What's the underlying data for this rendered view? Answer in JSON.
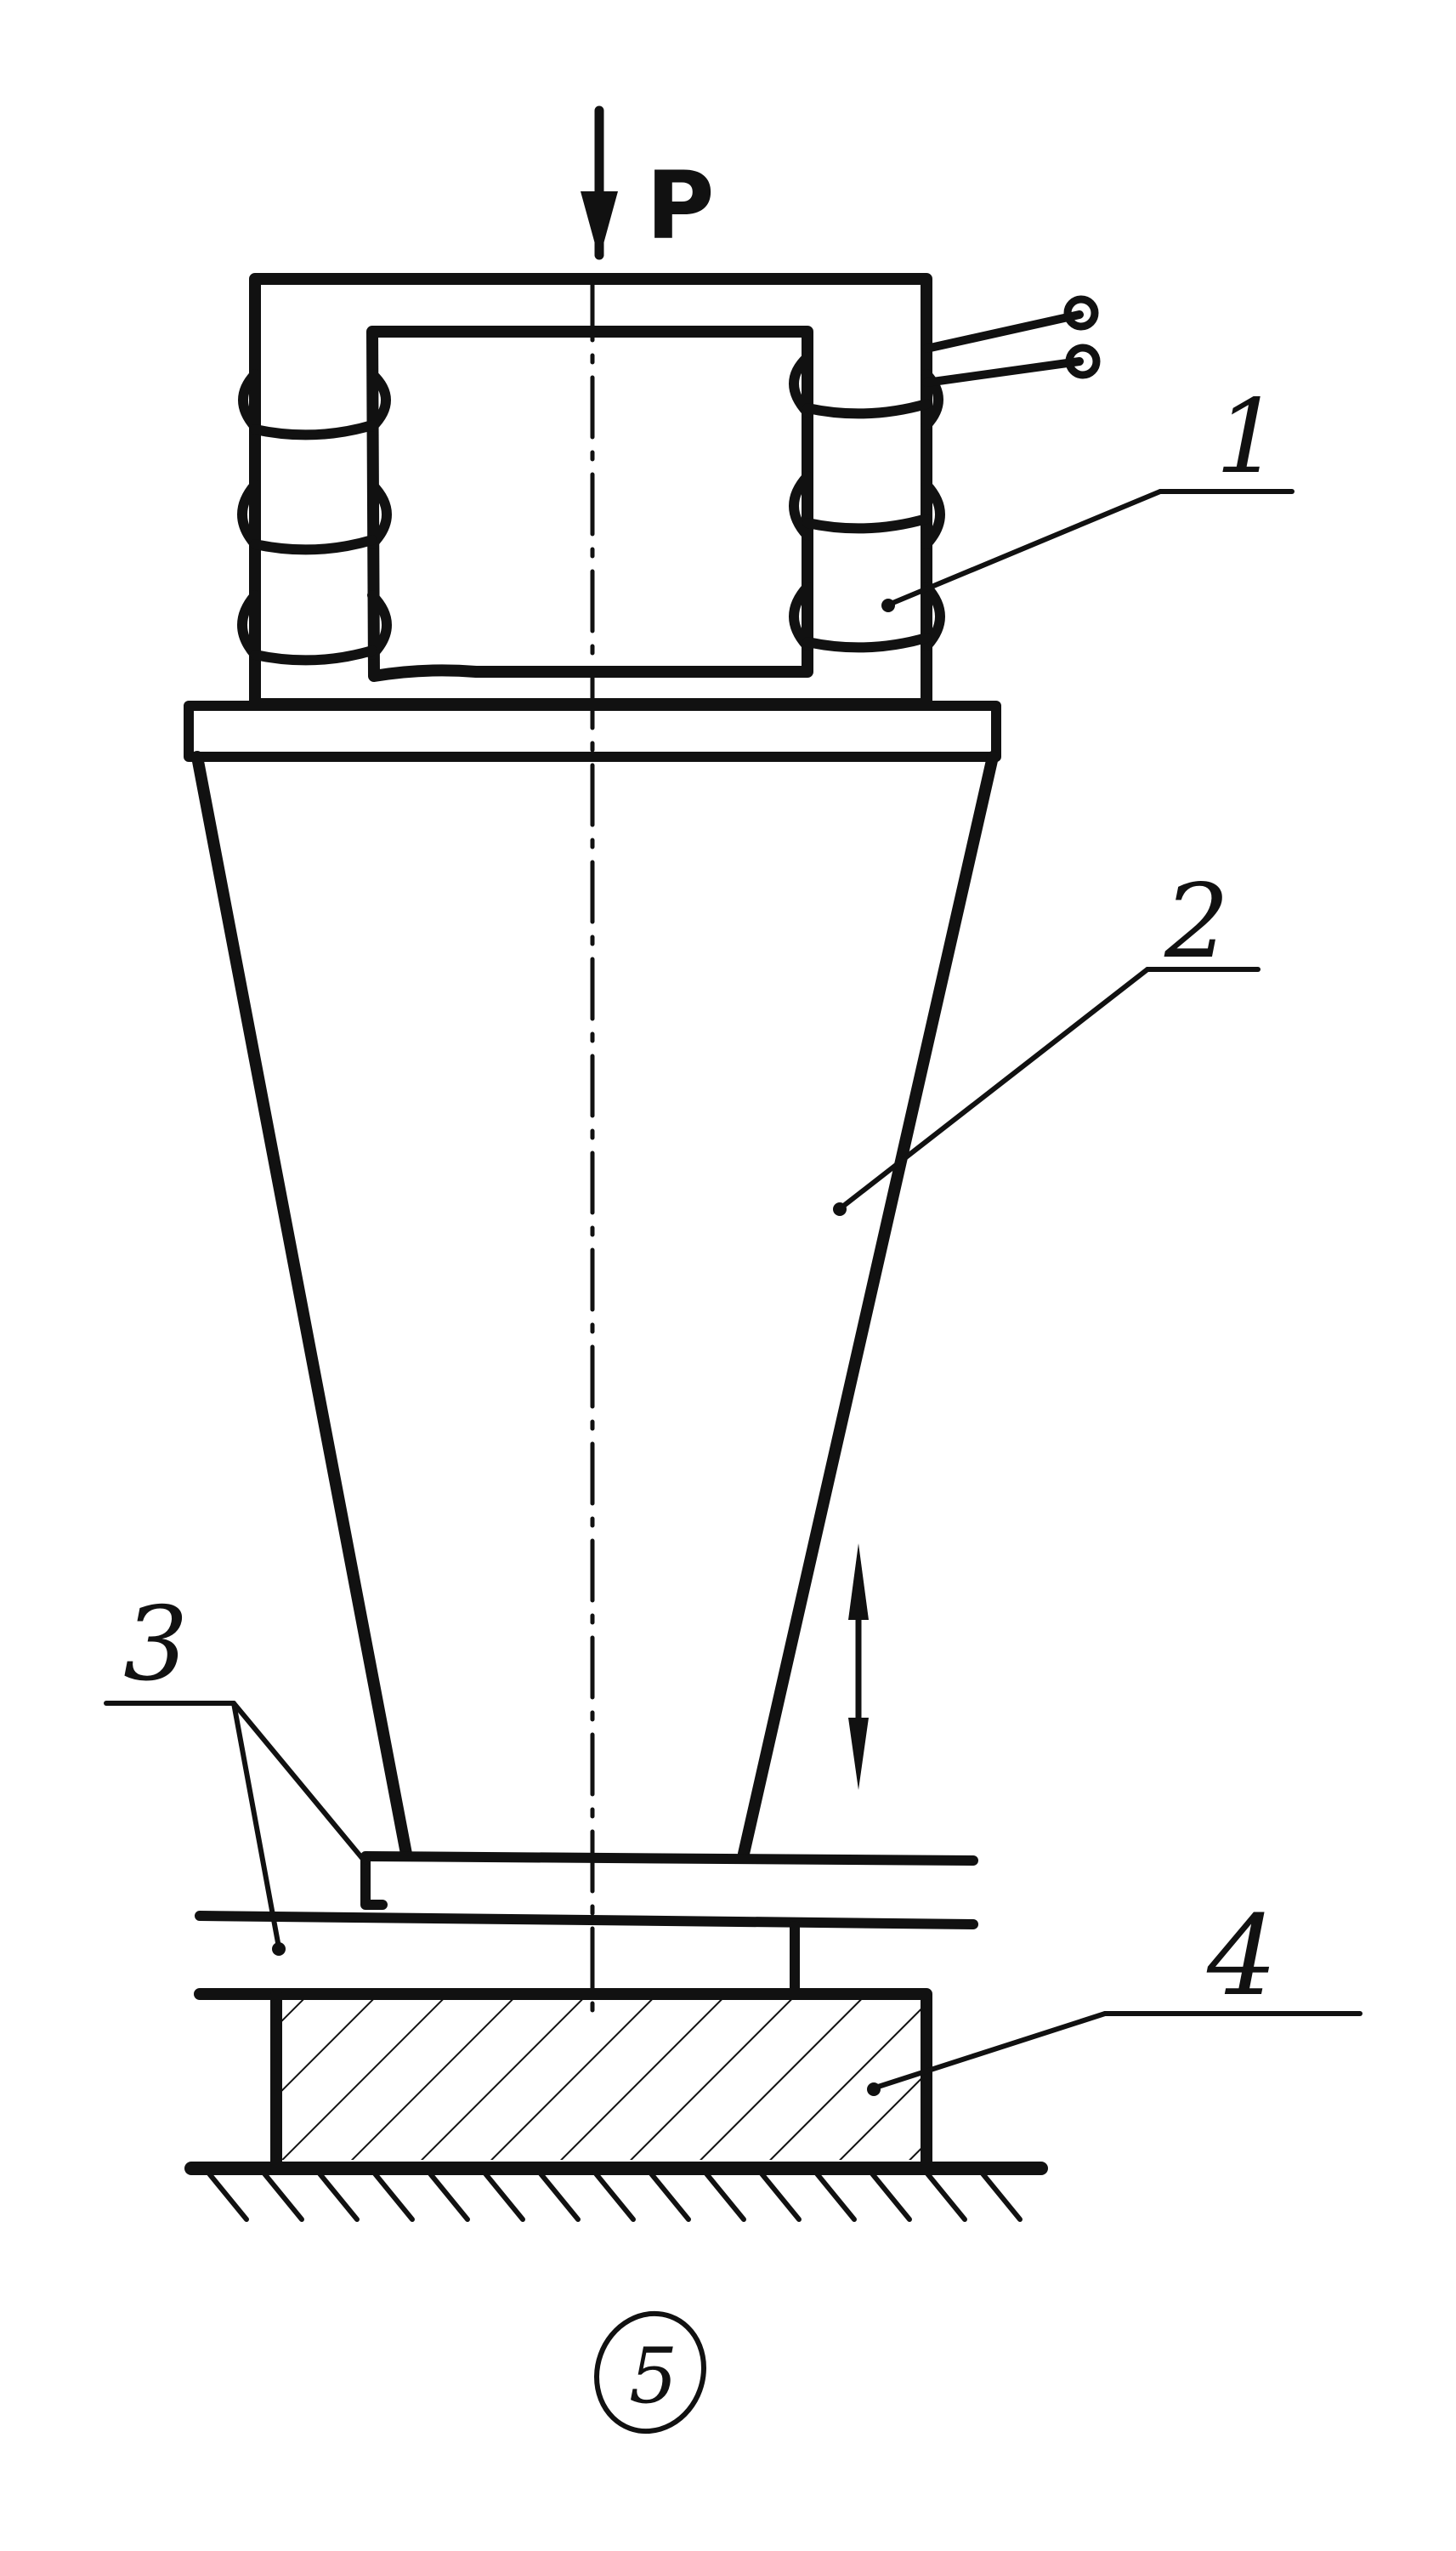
{
  "diagram": {
    "load_label": "P",
    "callouts": [
      {
        "id": "1",
        "text": "1"
      },
      {
        "id": "2",
        "text": "2"
      },
      {
        "id": "3",
        "text": "3"
      },
      {
        "id": "4",
        "text": "4"
      }
    ],
    "figure_mark": "5"
  },
  "colors": {
    "ink": "#111111",
    "paper": "#ffffff"
  }
}
